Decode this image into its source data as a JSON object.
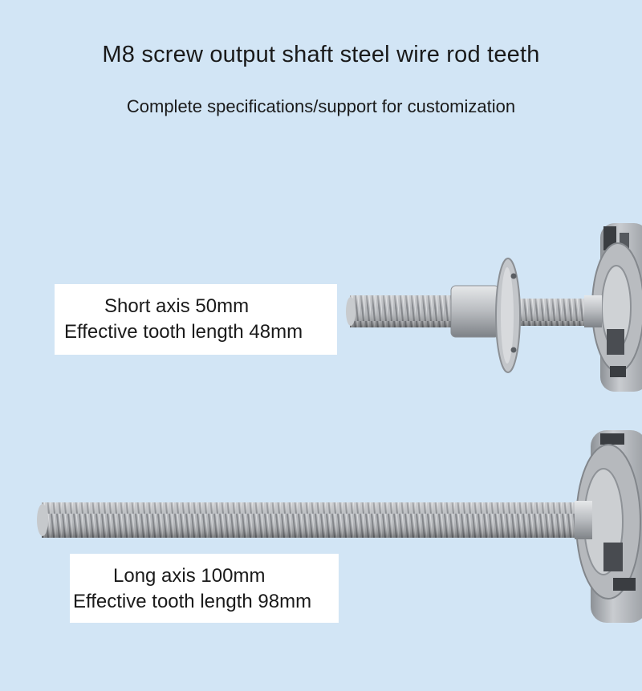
{
  "header": {
    "title": "M8 screw output shaft steel wire rod teeth",
    "subtitle": "Complete specifications/support for customization"
  },
  "short_shaft": {
    "line1": "Short axis 50mm",
    "line2": "Effective tooth length 48mm"
  },
  "long_shaft": {
    "line1": "Long axis 100mm",
    "line2": "Effective tooth length 98mm"
  },
  "colors": {
    "background": "#d2e5f5",
    "label_background": "#ffffff",
    "text": "#1a1a1a",
    "steel": "#a8abaf"
  }
}
